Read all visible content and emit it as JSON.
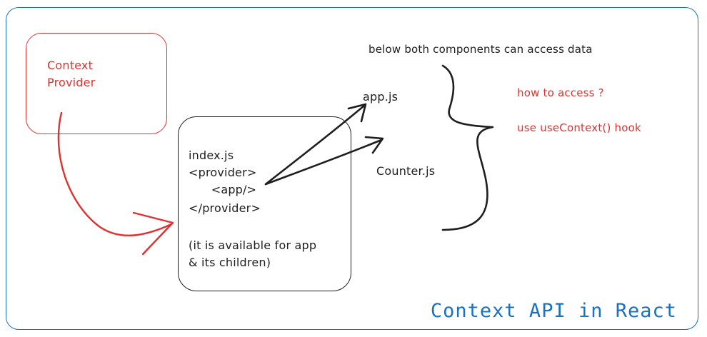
{
  "provider_box": {
    "line1": "Context",
    "line2": "Provider"
  },
  "index_box": {
    "lines": [
      "index.js",
      "<provider>",
      "      <app/>",
      "</provider>",
      "",
      "(it is available for app",
      "& its children)"
    ]
  },
  "nodes": {
    "app": "app.js",
    "counter": "Counter.js"
  },
  "note_top": "below both components can access data",
  "question": "how to access ?",
  "answer": "use useContext() hook",
  "title": "Context API in React",
  "colors": {
    "red": "#e03131",
    "blue": "#1971c2",
    "ink": "#1e1e1e"
  }
}
